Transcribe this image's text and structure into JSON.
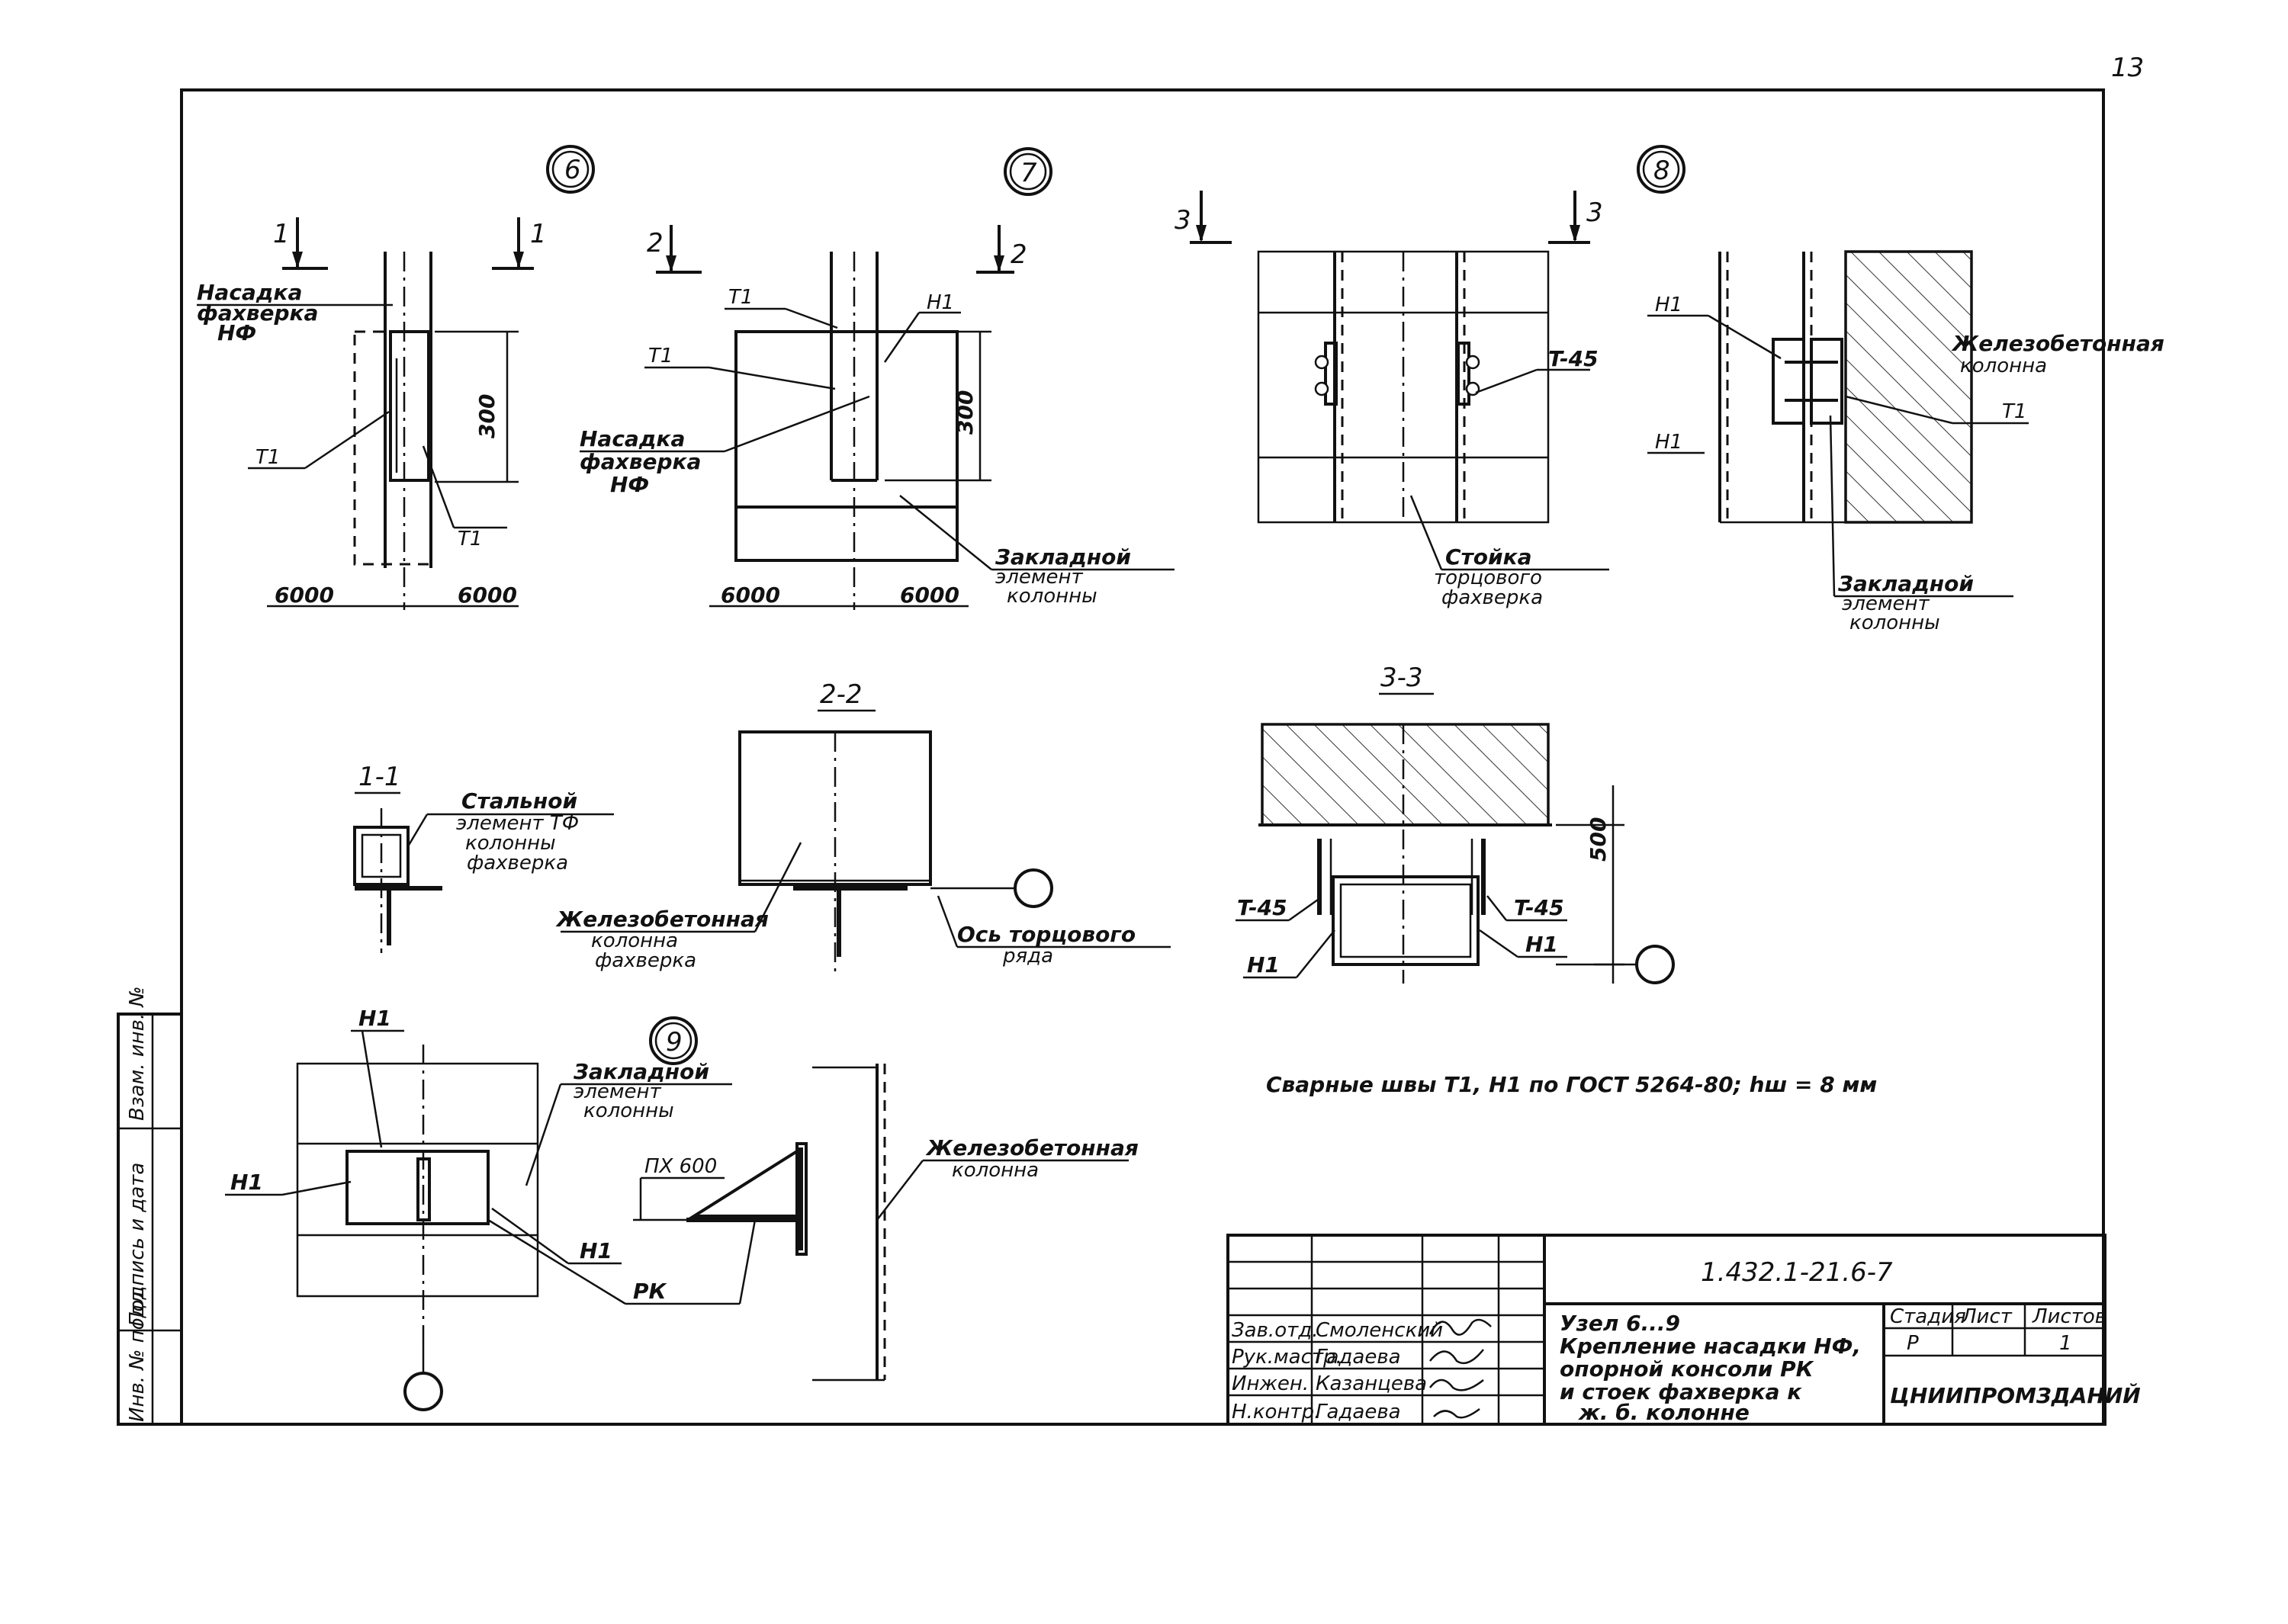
{
  "sheet": {
    "page_number": "13"
  },
  "nodes": {
    "n6": "6",
    "n7": "7",
    "n8": "8",
    "n9": "9"
  },
  "section_marks": {
    "s1": "1",
    "s2": "2",
    "s3": "3"
  },
  "sections": {
    "sec_1_1": "1-1",
    "sec_2_2": "2-2",
    "sec_3_3": "3-3"
  },
  "welds": {
    "T1": "T1",
    "H1": "H1",
    "T45": "T-45"
  },
  "dims": {
    "d300": "300",
    "d500": "500",
    "d6000": "6000",
    "plate": "ПХ 600"
  },
  "labels": {
    "nasadka": [
      "Насадка",
      "фахверка",
      "НФ"
    ],
    "zakladnoy": [
      "Закладной",
      "элемент",
      "колонны"
    ],
    "stoyka": [
      "Стойка",
      "торцового",
      "фахверка"
    ],
    "zhb_kolonna": [
      "Железобетонная",
      "колонна"
    ],
    "stalnoy": [
      "Стальной",
      "элемент ТФ",
      "колонны",
      "фахверка"
    ],
    "zhb_kolonna_fakh": [
      "Железобетонная",
      "колонна",
      "фахверка"
    ],
    "os": [
      "Ось торцового",
      "ряда"
    ],
    "rk": "РК"
  },
  "note": "Сварные швы Т1, Н1 по ГОСТ 5264-80; hш = 8 мм",
  "side_stamp": [
    "Инв. № подл.",
    "Подпись и дата",
    "Взам. инв. №"
  ],
  "title_block": {
    "code": "1.432.1-21.6-7",
    "title_lines": [
      "Узел 6...9",
      "Крепление насадки НФ,",
      "опорной консоли РК",
      "и стоек фахверка к",
      "ж. б. колонне"
    ],
    "stage_label": "Стадия",
    "sheet_label": "Лист",
    "sheets_label": "Листов",
    "stage": "Р",
    "sheets": "1",
    "org": "ЦНИИПРОМЗДАНИЙ",
    "roles": [
      {
        "role": "Зав.отд.",
        "name": "Смоленский"
      },
      {
        "role": "Рук.мастр.",
        "name": "Гадаева"
      },
      {
        "role": "Инжен.",
        "name": "Казанцева"
      },
      {
        "role": "Н.контр.",
        "name": "Гадаева"
      }
    ]
  }
}
